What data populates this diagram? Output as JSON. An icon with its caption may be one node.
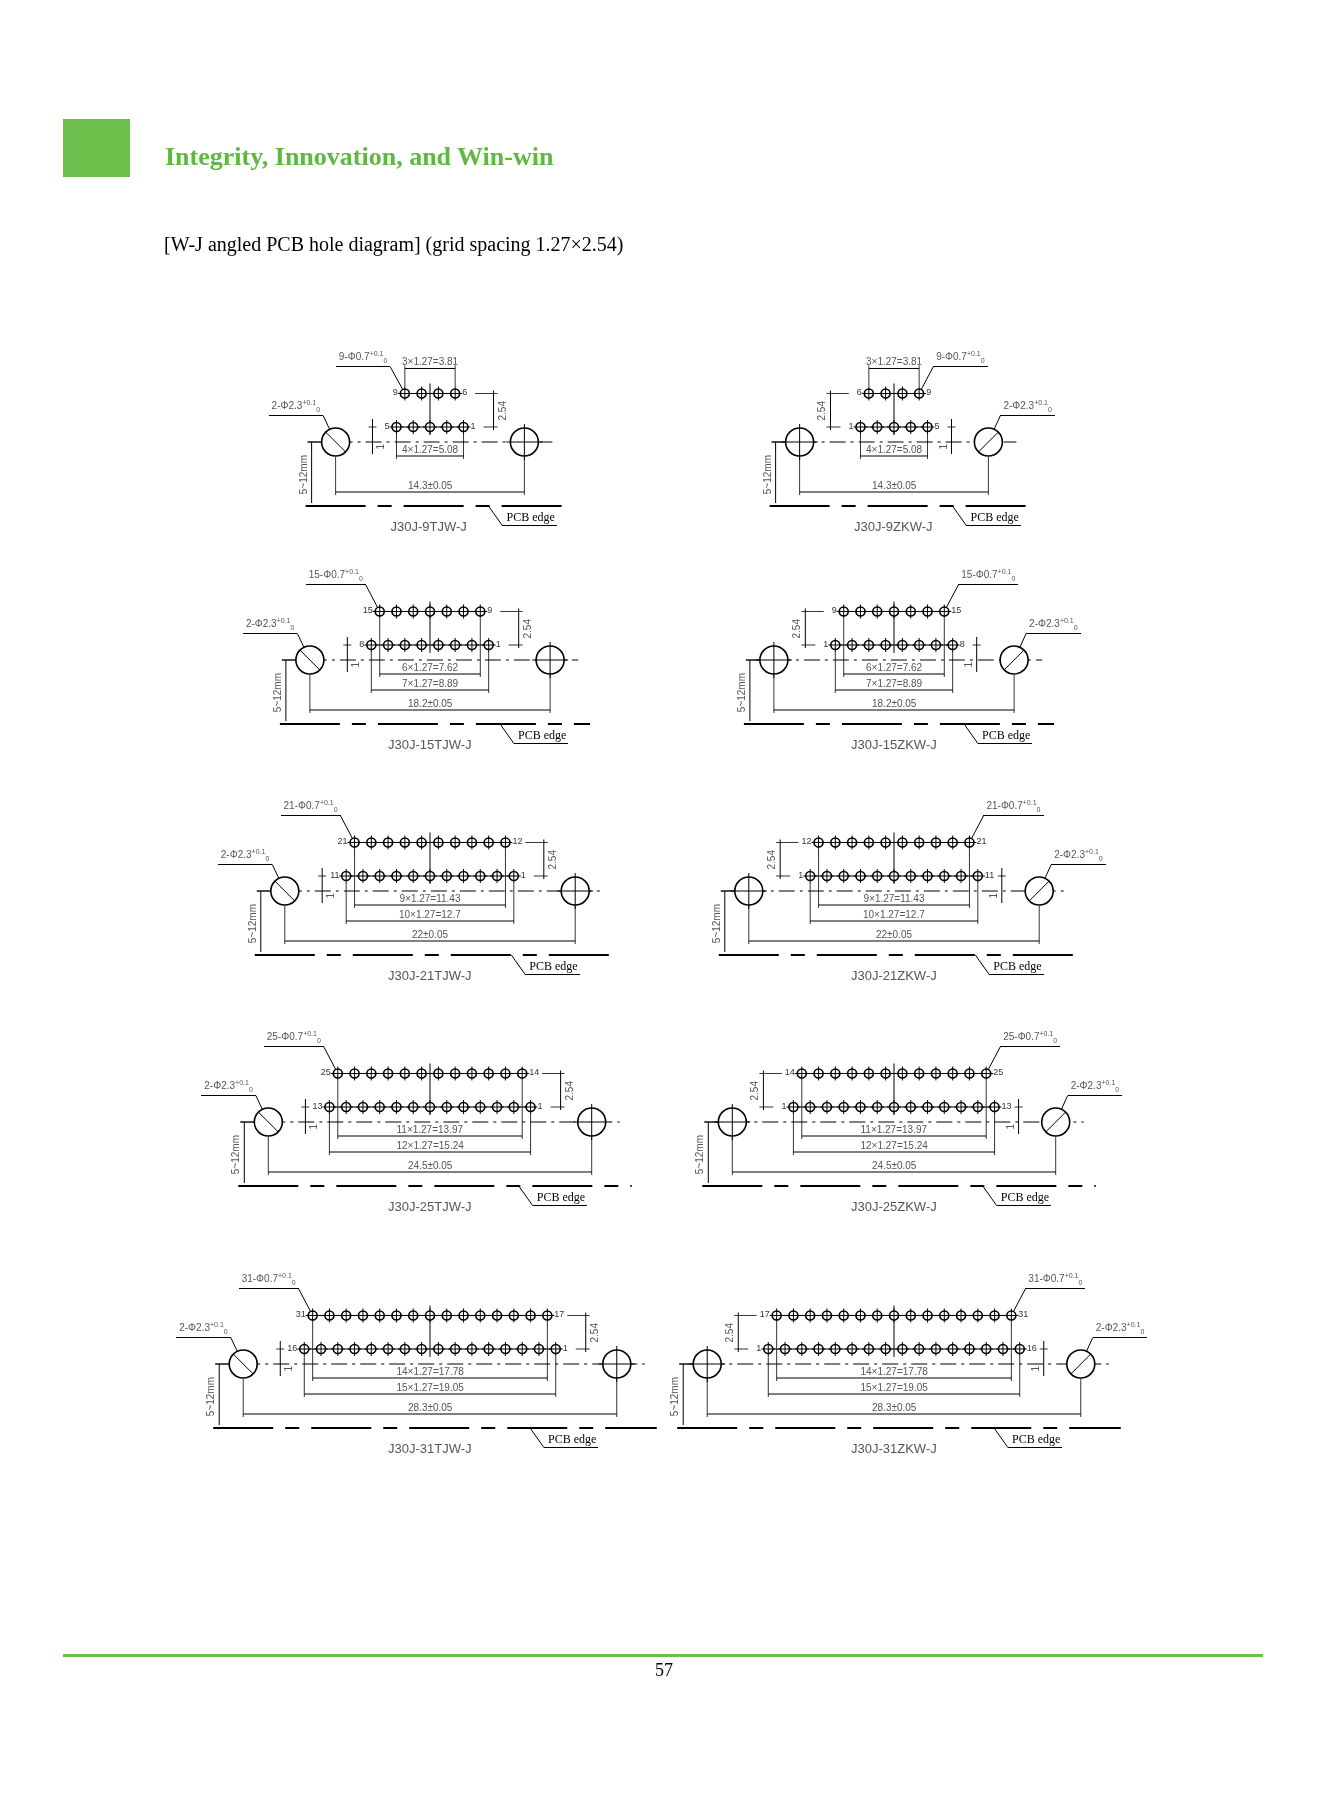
{
  "diagram": {
    "title": "Integrity, Innovation, and Win-win",
    "nodes": [
      {
        "text": [
          "9-Φ0.7$^{+0.1}$$_{0}$"
        ]
      },
      {
        "text": [],
        "shape": "circle"
      },
      {
        "text": [
          "2-Φ2.3$^{+0.1}$$_{0}$"
        ]
      },
      {
        "text": [],
        "shape": "circle"
      },
      {
        "text": [
          "PCB edge"
        ]
      },
      {
        "text": [],
        "shape": "line"
      },
      {
        "text": [],
        "shape": "circle"
      },
      {
        "text": [
          "9-Φ0.7$^{+0.1}$$_{0}$"
        ]
      },
      {
        "text": [],
        "shape": "circle"
      },
      {
        "text": [
          "2-Φ2.3$^{+0.1}$$_{0}$"
        ]
      },
      {
        "text": [],
        "shape": "circle"
      },
      {
        "text": [
          "PCB edge"
        ]
      },
      {
        "text": [],
        "shape": "line"
      },
      {
        "text": [],
        "shape": "circle"
      },
      {
        "text": [
          "15-Φ0.7$^{+0.1}$$_{0}$"
        ]
      },
      {
        "text": [],
        "shape": "circle"
      },
      {
        "text": [
          "2-Φ2.3$^{+0.1}$$_{0}$"
        ]
      },
      {
        "text": [],
        "shape": "circle"
      },
      {
        "text": [
          "PCB edge"
        ]
      },
      {
        "text": [],
        "shape": "line"
      },
      {
        "text": [],
        "shape": "circle"
      },
      {
        "text": [
          "15-Φ0.7$^{+0.1}$$_{0}$"
        ]
      },
      {
        "text": [],
        "shape": "circle"
      },
      {
        "text": [
          "2-Φ2.3$^{+0.1}$$_{0}$"
        ]
      },
      {
        "text": [],
        "shape": "circle"
      },
      {
        "text": [
          "PCB edge"
        ]
      },
      {
        "text": [],
        "shape": "line"
      },
      {
        "text": [],
        "shape": "circle"
      },
      {
        "text": [
          "21-Φ0.7$^{+0.1}$$_{0}$"
        ]
      },
      {
        "text": [],
        "shape": "circle"
      },
      {
        "text": [
          "2-Φ2.3$^{+0.1}$$_{0}$"
        ]
      },
      {
        "text": [],
        "shape": "circle"
      },
      {
        "text": [
          "PCB edge"
        ]
      },
      {
        "text": [],
        "shape": "line"
      },
      {
        "text": [],
        "shape": "circle"
      },
      {
        "text": [
          "21-Φ0.7$^{+0.1}$$_{0}$"
        ]
      },
      {
        "text": [],
        "shape": "circle"
      },
      {
        "text": [
          "2-Φ2.3$^{+0.1}$$_{0}$"
        ]
      },
      {
        "text": [],
        "shape": "circle"
      },
      {
        "text": [
          "PCB edge"
        ]
      },
      {
        "text": [],
        "shape": "line"
      },
      {
        "text": [],
        "shape": "circle"
      },
      {
        "text": [
          "25-Φ0.7$^{+0.1}$$_{0}$"
        ]
      },
      {
        "text": [],
        "shape": "circle"
      },
      {
        "text": [
          "2-Φ2.3$^{+0.1}$$_{0}$"
        ]
      },
      {
        "text": [],
        "shape": "circle"
      },
      {
        "text": [
          "PCB edge"
        ]
      },
      {
        "text": [],
        "shape": "line"
      },
      {
        "text": [],
        "shape": "circle"
      },
      {
        "text": [
          "25-Φ0.7$^{+0.1}$$_{0}$"
        ]
      },
      {
        "text": [],
        "shape": "circle"
      },
      {
        "text": [
          "2-Φ2.3$^{+0.1}$$_{0}$"
        ]
      },
      {
        "text": [],
        "shape": "circle"
      },
      {
        "text": [
          "PCB edge"
        ]
      },
      {
        "text": [],
        "shape": "line"
      },
      {
        "text": [],
        "shape": "circle"
      },
      {
        "text": [
          "31-Φ0.7$^{+0.1}$$_{0}$"
        ]
      },
      {
        "text": [],
        "shape": "circle"
      },
      {
        "text": [
          "2-Φ2.3$^{+0.1}$$_{0}$"
        ]
      },
      {
        "text": [],
        "shape": "circle"
      },
      {
        "text": [
          "PCB edge"
        ]
      },
      {
        "text": [],
        "shape": "line"
      },
      {
        "text": [],
        "shape": "circle"
      },
      {
        "text": [
          "31-Φ0.7$^{+0.1}$$_{0}$"
        ]
      },
      {
        "text": [],
        "shape": "circle"
      },
      {
        "text": [
          "2-Φ2.3$^{+0.1}$$_{0}$"
        ]
      },
      {
        "text": [],
        "shape": "circle"
      },
      {
        "text": [
          "PCB edge"
        ]
      },
      {
        "text": [],
        "shape": "line"
      },
      {
        "text": [],
        "shape": "circle"
      }
    ],
    "edges": [
      {
        "from": 0,
        "to": 1,
        "arrow": "none"
      },
      {
        "from": 2,
        "to": 3,
        "arrow": "none"
      },
      {
        "from": 4,
        "to": 5,
        "arrow": "none"
      },
      {
        "from": 7,
        "to": 8,
        "arrow": "none"
      },
      {
        "from": 9,
        "to": 10,
        "arrow": "none"
      },
      {
        "from": 11,
        "to": 12,
        "arrow": "none"
      },
      {
        "from": 14,
        "to": 15,
        "arrow": "none"
      },
      {
        "from": 16,
        "to": 17,
        "arrow": "none"
      },
      {
        "from": 18,
        "to": 19,
        "arrow": "none"
      },
      {
        "from": 21,
        "to": 22,
        "arrow": "none"
      },
      {
        "from": 23,
        "to": 24,
        "arrow": "none"
      },
      {
        "from": 25,
        "to": 26,
        "arrow": "none"
      },
      {
        "from": 28,
        "to": 29,
        "arrow": "none"
      },
      {
        "from": 30,
        "to": 31,
        "arrow": "none"
      },
      {
        "from": 32,
        "to": 33,
        "arrow": "none"
      },
      {
        "from": 35,
        "to": 36,
        "arrow": "none"
      },
      {
        "from": 37,
        "to": 38,
        "arrow": "none"
      },
      {
        "from": 39,
        "to": 40,
        "arrow": "none"
      },
      {
        "from": 42,
        "to": 43,
        "arrow": "none"
      },
      {
        "from": 44,
        "to": 45,
        "arrow": "none"
      },
      {
        "from": 46,
        "to": 47,
        "arrow": "none"
      },
      {
        "from": 49,
        "to": 50,
        "arrow": "none"
      },
      {
        "from": 51,
        "to": 52,
        "arrow": "none"
      },
      {
        "from": 53,
        "to": 54,
        "arrow": "none"
      },
      {
        "from": 56,
        "to": 57,
        "arrow": "none"
      },
      {
        "from": 58,
        "to": 59,
        "arrow": "none"
      },
      {
        "from": 60,
        "to": 61,
        "arrow": "none"
      },
      {
        "from": 63,
        "to": 64,
        "arrow": "none"
      },
      {
        "from": 65,
        "to": 66,
        "arrow": "none"
      },
      {
        "from": 67,
        "to": 68,
        "arrow": "none"
      }
    ],
    "labels": [
      "[W-J angled PCB hole diagram] (grid spacing 1.27×2.54)",
      "9",
      "6",
      "5",
      "1",
      "2.54",
      "3×1.27=3.81",
      "4×1.27=5.08",
      "14.3±0.05",
      "1",
      "5~12mm",
      "J30J-9TJW-J",
      "6",
      "9",
      "1",
      "5",
      "2.54",
      "3×1.27=3.81",
      "4×1.27=5.08",
      "14.3±0.05",
      "1",
      "5~12mm",
      "J30J-9ZKW-J",
      "15",
      "9",
      "8",
      "1",
      "2.54",
      "6×1.27=7.62",
      "7×1.27=8.89",
      "18.2±0.05",
      "1",
      "5~12mm",
      "J30J-15TJW-J",
      "9",
      "15",
      "1",
      "8",
      "2.54",
      "6×1.27=7.62",
      "7×1.27=8.89",
      "18.2±0.05",
      "1",
      "5~12mm",
      "J30J-15ZKW-J",
      "21",
      "12",
      "11",
      "1",
      "2.54",
      "9×1.27=11.43",
      "10×1.27=12.7",
      "22±0.05",
      "1",
      "5~12mm",
      "J30J-21TJW-J",
      "12",
      "21",
      "1",
      "11",
      "2.54",
      "9×1.27=11.43",
      "10×1.27=12.7",
      "22±0.05",
      "1",
      "5~12mm",
      "J30J-21ZKW-J",
      "25",
      "14",
      "13",
      "1",
      "2.54",
      "11×1.27=13.97",
      "12×1.27=15.24",
      "24.5±0.05",
      "1",
      "5~12mm",
      "J30J-25TJW-J",
      "14",
      "25",
      "1",
      "13",
      "2.54",
      "11×1.27=13.97",
      "12×1.27=15.24",
      "24.5±0.05",
      "1",
      "5~12mm",
      "J30J-25ZKW-J",
      "31",
      "17",
      "16",
      "1",
      "2.54",
      "14×1.27=17.78",
      "15×1.27=19.05",
      "28.3±0.05",
      "1",
      "5~12mm",
      "J30J-31TJW-J",
      "17",
      "31",
      "1",
      "16",
      "2.54",
      "14×1.27=17.78",
      "15×1.27=19.05",
      "28.3±0.05",
      "1",
      "5~12mm",
      "J30J-31ZKW-J",
      "57"
    ]
  }
}
